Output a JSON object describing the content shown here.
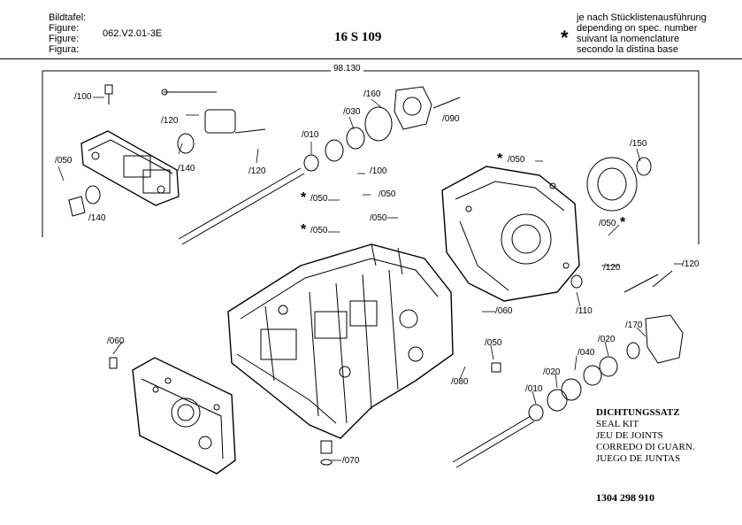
{
  "header": {
    "labels": [
      "Bildtafel:",
      "Figure:",
      "Figure:",
      "Figura:"
    ],
    "code": "062.V2.01-3E",
    "title": "16 S 109",
    "note_lines": [
      "je nach Stücklistenausführung",
      "depending on spec. number",
      "suivant la nomenclature",
      "secondo la distina base"
    ],
    "asterisk": "*"
  },
  "group_ref": "98.130",
  "callouts": {
    "c100a": "/100",
    "c120a": "/120",
    "c160": "/160",
    "c030": "/030",
    "c090": "/090",
    "c010a": "/010",
    "c050a": "/050",
    "c140a": "/140",
    "c120b": "/120",
    "c140b": "/140",
    "c100b": "/100",
    "c050b": "/050",
    "c050c": "/050",
    "c050d": "/050",
    "c050e": "/050",
    "c050f": "/050",
    "c150": "/150",
    "c050g": "/050",
    "c120c": "/120",
    "c120d": "/120",
    "c060a": "/060",
    "c110": "/110",
    "c060b": "/060",
    "c050h": "/050",
    "c080": "/080",
    "c170": "/170",
    "c020a": "/020",
    "c040": "/040",
    "c020b": "/020",
    "c010b": "/010",
    "c070": "/070"
  },
  "seal_kit": {
    "lines": [
      "DICHTUNGSSATZ",
      "SEAL KIT",
      "JEU DE JOINTS",
      "CORREDO DI GUARN.",
      "JUEGO DE JUNTAS"
    ],
    "part_number": "1304 298 910"
  }
}
